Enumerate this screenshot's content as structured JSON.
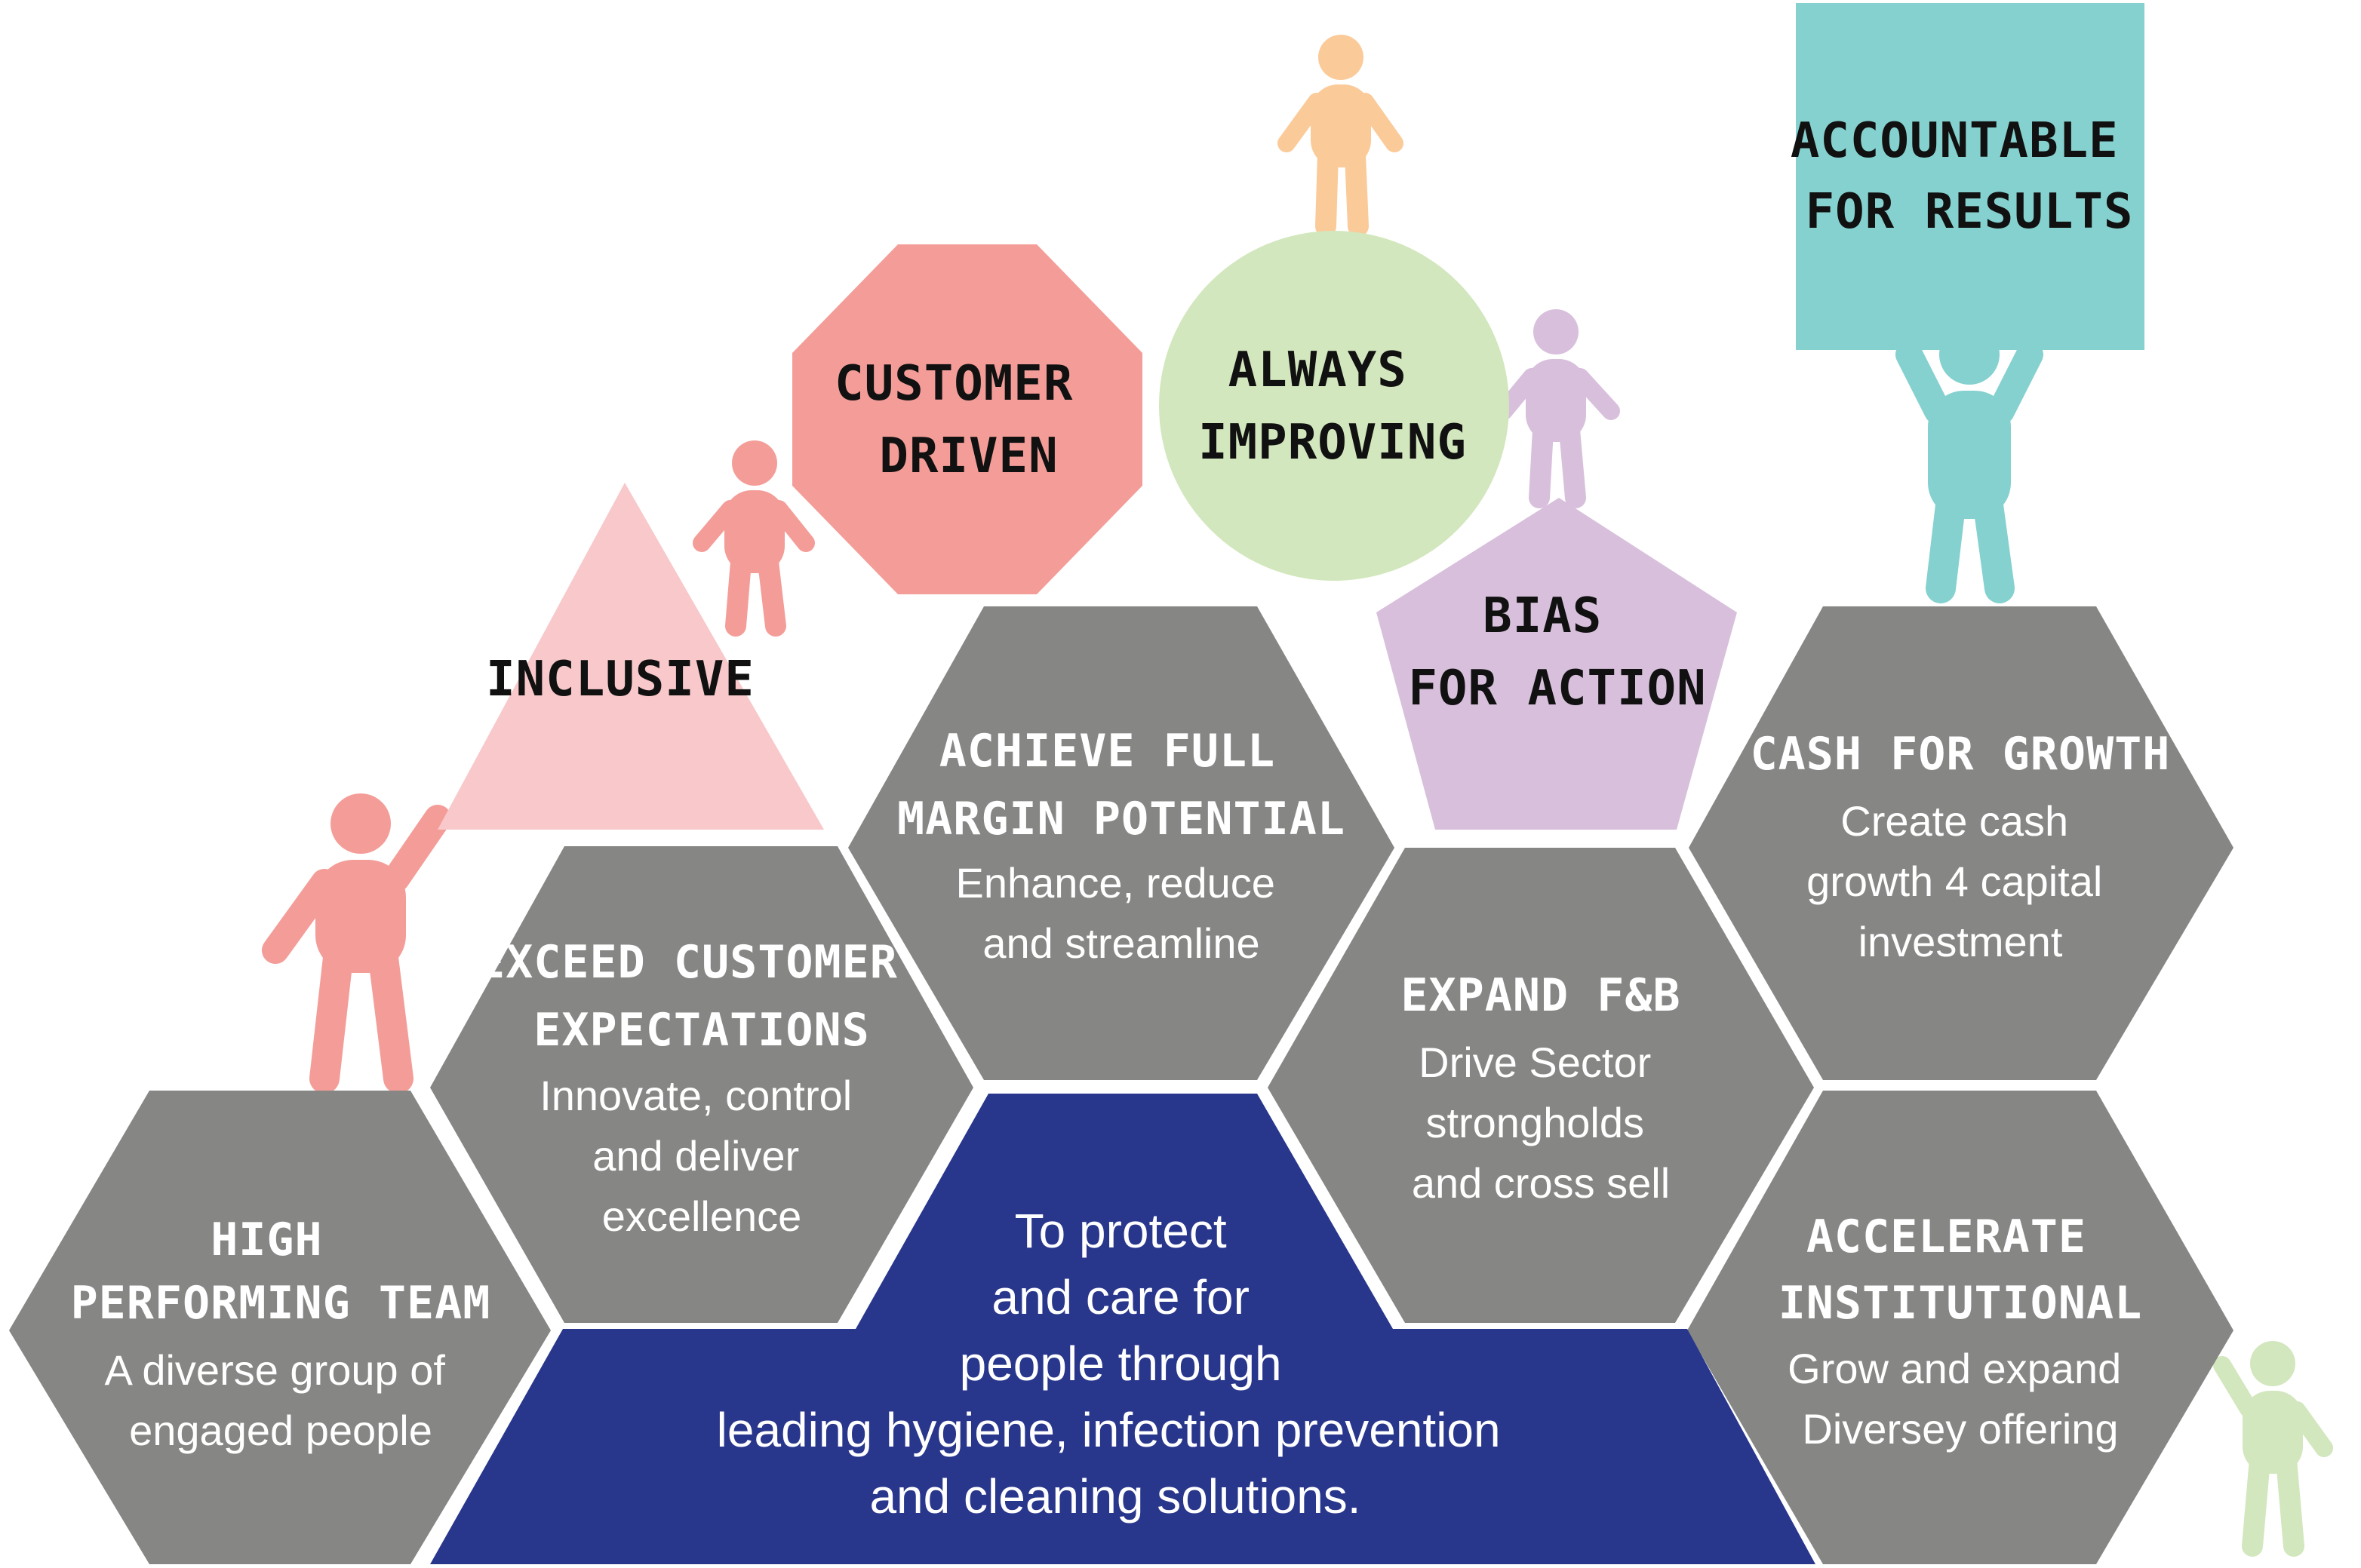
{
  "colors": {
    "hexagon": "#868684",
    "purpose": "#28368c",
    "inclusive": "#f8c8ca",
    "customer_driven": "#f49d98",
    "always_improving": "#d2e7bd",
    "bias_for_action": "#d8bfdc",
    "accountable": "#85d1cf",
    "person_red": "#f49d98",
    "person_orange": "#fbca99",
    "person_purple": "#d8bfdc",
    "person_teal": "#85d1cf",
    "person_green": "#d2e7bd"
  },
  "pillars": {
    "high_performing_team": {
      "title": [
        "HIGH",
        "PERFORMING TEAM"
      ],
      "body": [
        "A diverse group of",
        "engaged people"
      ]
    },
    "exceed_customer": {
      "title": [
        "EXCEED CUSTOMER",
        "EXPECTATIONS"
      ],
      "body": [
        "Innovate, control",
        "and deliver",
        "excellence"
      ]
    },
    "margin": {
      "title": [
        "ACHIEVE FULL",
        "MARGIN POTENTIAL"
      ],
      "body": [
        "Enhance, reduce",
        "and streamline"
      ]
    },
    "expand_fb": {
      "title": [
        "EXPAND F&B"
      ],
      "body": [
        "Drive Sector",
        "strongholds",
        "and cross sell"
      ]
    },
    "cash": {
      "title": [
        "CASH FOR GROWTH"
      ],
      "body": [
        "Create cash",
        "growth 4 capital",
        "investment"
      ]
    },
    "institutional": {
      "title": [
        "ACCELERATE",
        "INSTITUTIONAL"
      ],
      "body": [
        "Grow and expand",
        "Diversey offering"
      ]
    }
  },
  "purpose": [
    "To protect",
    "and care for",
    "people through",
    "leading hygiene, infection prevention",
    "and cleaning solutions."
  ],
  "values": {
    "inclusive": [
      "INCLUSIVE"
    ],
    "customer_driven": [
      "CUSTOMER",
      "DRIVEN"
    ],
    "always_improving": [
      "ALWAYS",
      "IMPROVING"
    ],
    "bias_for_action": [
      "BIAS",
      "FOR ACTION"
    ],
    "accountable": [
      "ACCOUNTABLE",
      "FOR RESULTS"
    ]
  }
}
